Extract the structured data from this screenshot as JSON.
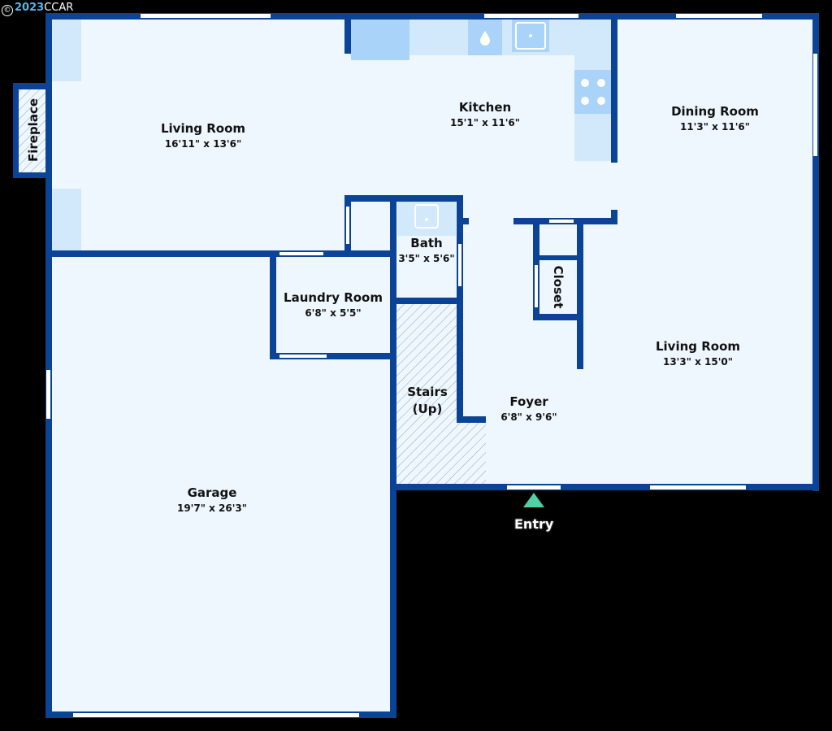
{
  "copyright": {
    "symbol": "©",
    "year": "2023",
    "owner": "CCAR"
  },
  "fireplace_label": "Fireplace",
  "entry_label": "Entry",
  "rooms": [
    {
      "id": "living-room-west",
      "name": "Living Room",
      "dims": "16'11\" x 13'6\""
    },
    {
      "id": "kitchen",
      "name": "Kitchen",
      "dims": "15'1\" x 11'6\""
    },
    {
      "id": "dining-room",
      "name": "Dining Room",
      "dims": "11'3\" x 11'6\""
    },
    {
      "id": "bath",
      "name": "Bath",
      "dims": "3'5\" x 5'6\""
    },
    {
      "id": "laundry-room",
      "name": "Laundry Room",
      "dims": "6'8\" x 5'5\""
    },
    {
      "id": "living-room-east",
      "name": "Living Room",
      "dims": "13'3\" x 15'0\""
    },
    {
      "id": "foyer",
      "name": "Foyer",
      "dims": "6'8\" x 9'6\""
    },
    {
      "id": "garage",
      "name": "Garage",
      "dims": "19'7\" x 26'3\""
    }
  ],
  "stairs": {
    "line1": "Stairs",
    "line2": "(Up)"
  },
  "closet_label": "Closet",
  "colors": {
    "floor": "#eef7fe",
    "wall": "#0b4496",
    "fixture": "#d2e9fc",
    "appliance": "#a9d3f8",
    "entry_marker": "#4fd0a6",
    "background": "#000000"
  }
}
